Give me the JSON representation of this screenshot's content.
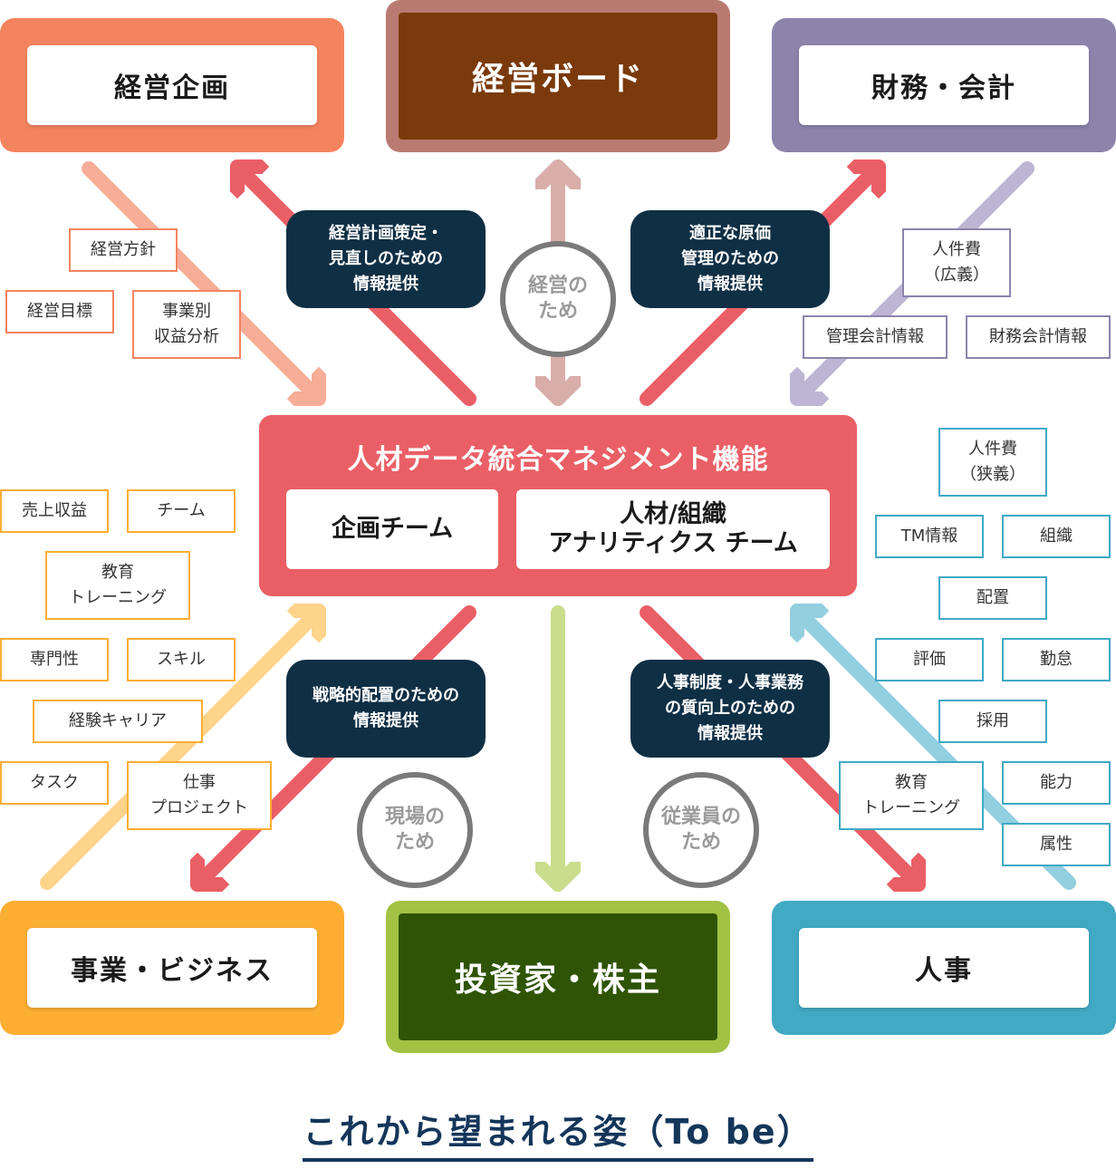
{
  "stakeholders": {
    "management_planning": "経営企画",
    "management_board": "経営ボード",
    "finance_accounting": "財務・会計",
    "business": "事業・ビジネス",
    "investors": "投資家・株主",
    "hr": "人事"
  },
  "center": {
    "title": "人材データ統合マネジメント機能",
    "planning_team": "企画チーム",
    "analytics_team": "人材/組織\nアナリティクス チーム"
  },
  "bubbles": {
    "plan_info": "経営計画策定・\n見直しのための\n情報提供",
    "cost_info": "適正な原価\n管理のための\n情報提供",
    "placement_info": "戦略的配置のための\n情報提供",
    "hr_info": "人事制度・人事業務\nの質向上のための\n情報提供"
  },
  "circles": {
    "management": "経営の\nため",
    "field": "現場の\nため",
    "employees": "従業員の\nため"
  },
  "tags_planning": [
    "経営方針",
    "経営目標",
    "事業別\n収益分析"
  ],
  "tags_finance": [
    "人件費\n（広義）",
    "管理会計情報",
    "財務会計情報"
  ],
  "tags_business": [
    "売上収益",
    "チーム",
    "教育\nトレーニング",
    "専門性",
    "スキル",
    "経験キャリア",
    "タスク",
    "仕事\nプロジェクト"
  ],
  "tags_hr": [
    "人件費\n（狭義）",
    "TM情報",
    "組織",
    "配置",
    "評価",
    "勤怠",
    "採用",
    "教育\nトレーニング",
    "能力",
    "属性"
  ],
  "caption": "これから望まれる姿（To be）",
  "colors": {
    "planning": "#f4845f",
    "board_outer": "#b97a72",
    "board_inner": "#7a3a0c",
    "finance": "#8d84ac",
    "business": "#fcae33",
    "investors_outer": "#a2c243",
    "investors_inner": "#2f5405",
    "hr": "#41a9c4",
    "center": "#ea5f66",
    "bubble": "#0f2f45",
    "caption": "#14365a"
  }
}
